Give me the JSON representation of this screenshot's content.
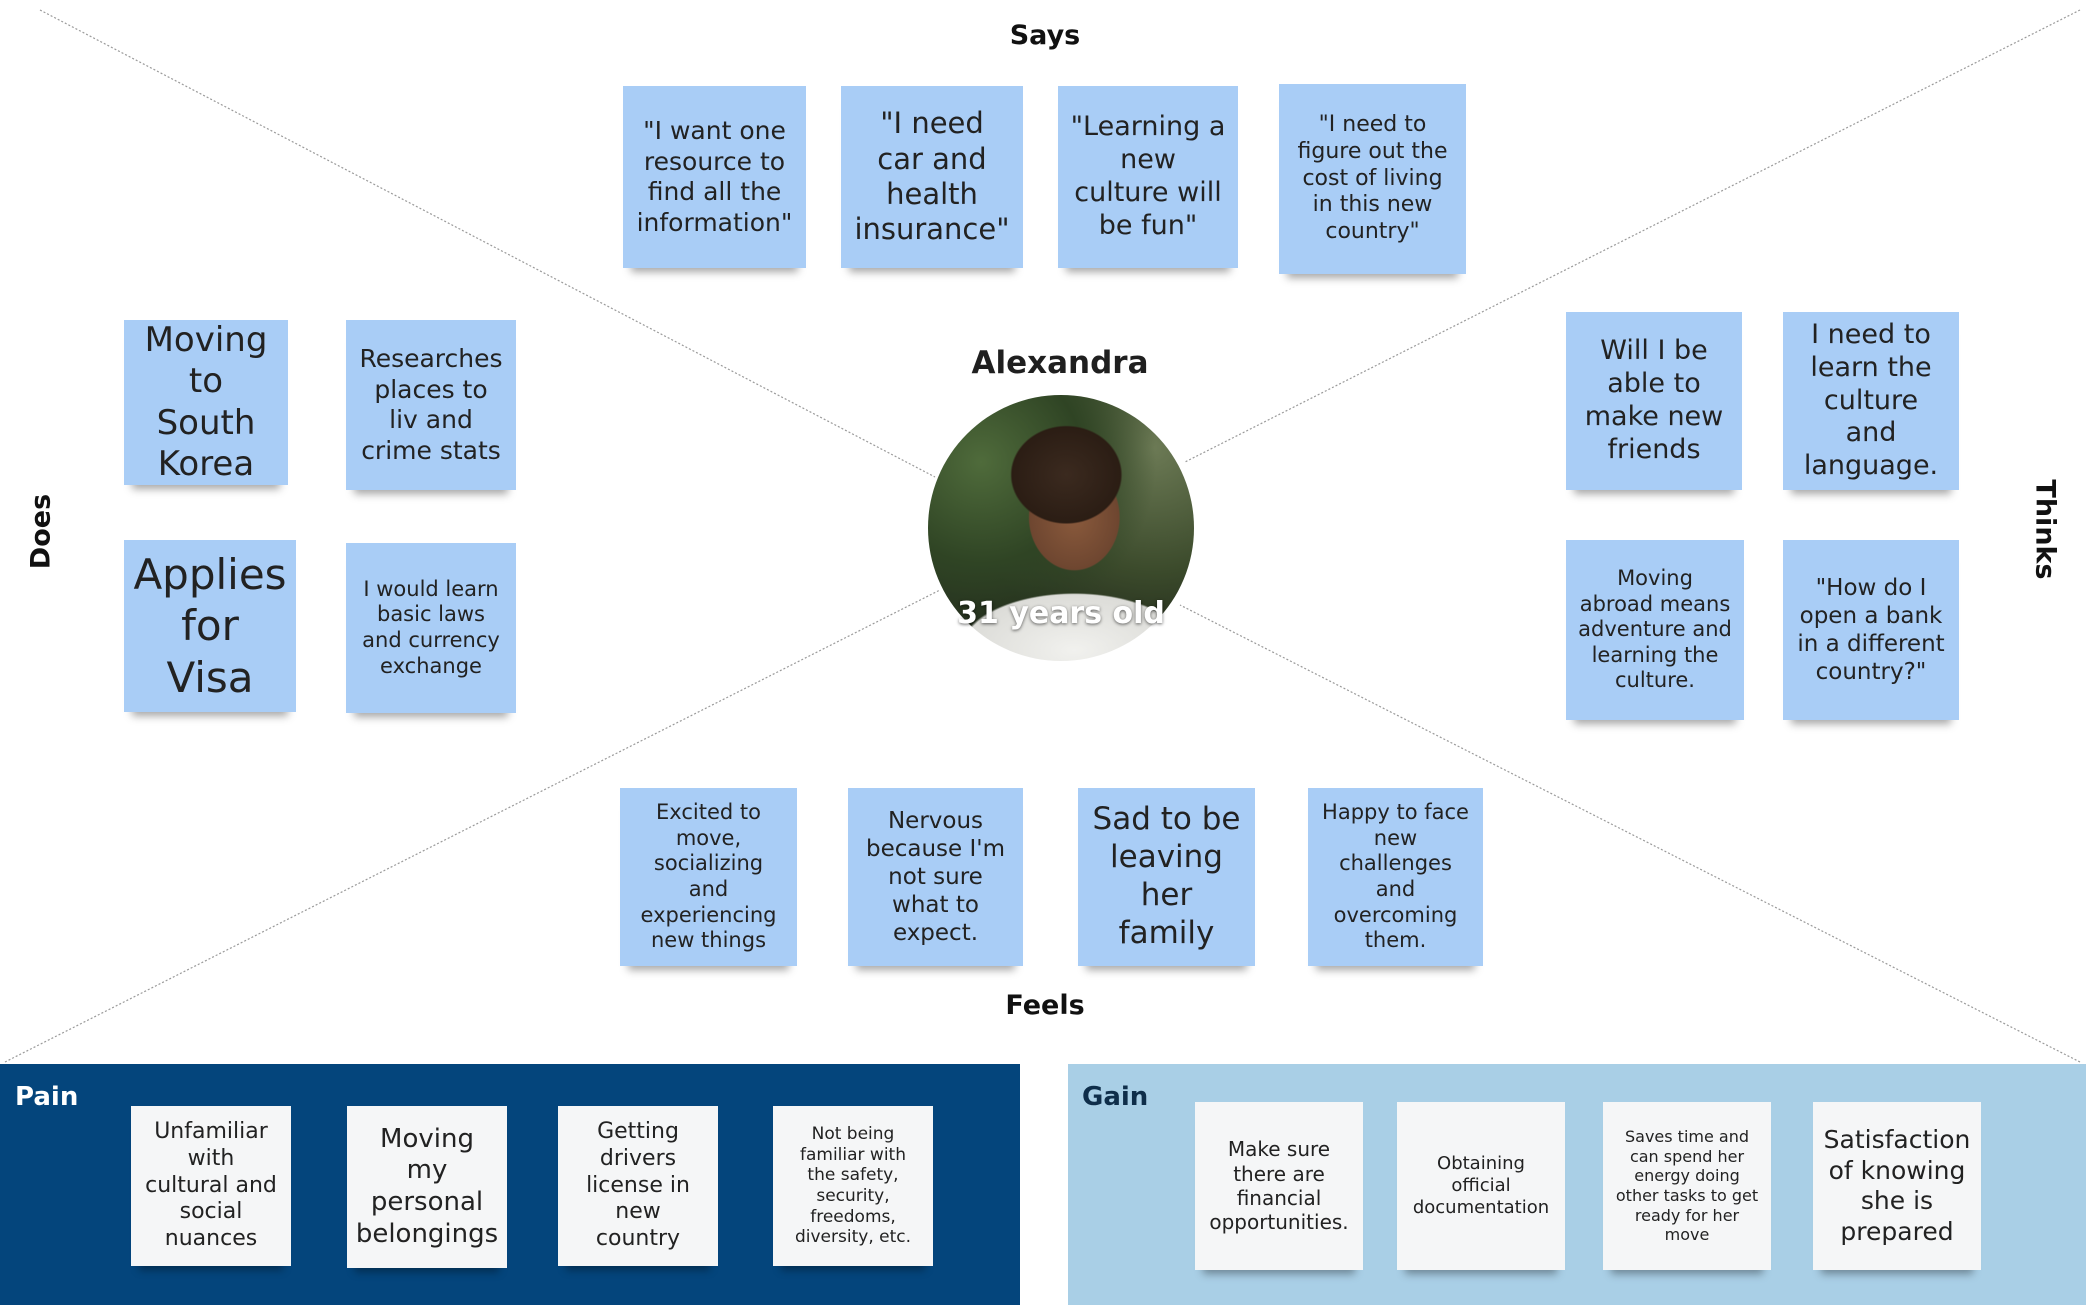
{
  "persona": {
    "name": "Alexandra",
    "age": "31 years old"
  },
  "quadrants": {
    "says": "Says",
    "thinks": "Thinks",
    "does": "Does",
    "feels": "Feels"
  },
  "notes": {
    "says": [
      "\"I want one resource to find all the information\"",
      "\"I need car and health insurance\"",
      "\"Learning a new culture will be fun\"",
      "\"I need to figure out the cost of living in this new country\""
    ],
    "thinks": [
      "Will I be able to make new friends",
      "I need to learn the culture and language.",
      "Moving abroad means adventure and learning the culture.",
      "\"How do I open a bank in a different country?\""
    ],
    "does": [
      "Moving to South Korea",
      "Researches places to liv and crime stats",
      "Applies for Visa",
      "I would learn basic laws and currency exchange"
    ],
    "feels": [
      "Excited to move, socializing and experiencing new things",
      "Nervous because I'm not sure what to expect.",
      "Sad to be leaving her family",
      "Happy to face new challenges and overcoming them."
    ]
  },
  "pain": {
    "title": "Pain",
    "items": [
      "Unfamiliar with cultural and social nuances",
      "Moving my personal belongings",
      "Getting drivers license in new country",
      "Not being familiar with the safety, security, freedoms, diversity, etc."
    ]
  },
  "gain": {
    "title": "Gain",
    "items": [
      "Make sure there are financial opportunities.",
      "Obtaining official documentation",
      "Saves time and can spend her energy doing other tasks to get ready for her move",
      "Satisfaction of knowing she is prepared"
    ]
  },
  "colors": {
    "sticky": "#a9cdf6",
    "pain_bg": "#04457c",
    "gain_bg": "#a9cfe6",
    "white_note": "#f5f6f7"
  }
}
